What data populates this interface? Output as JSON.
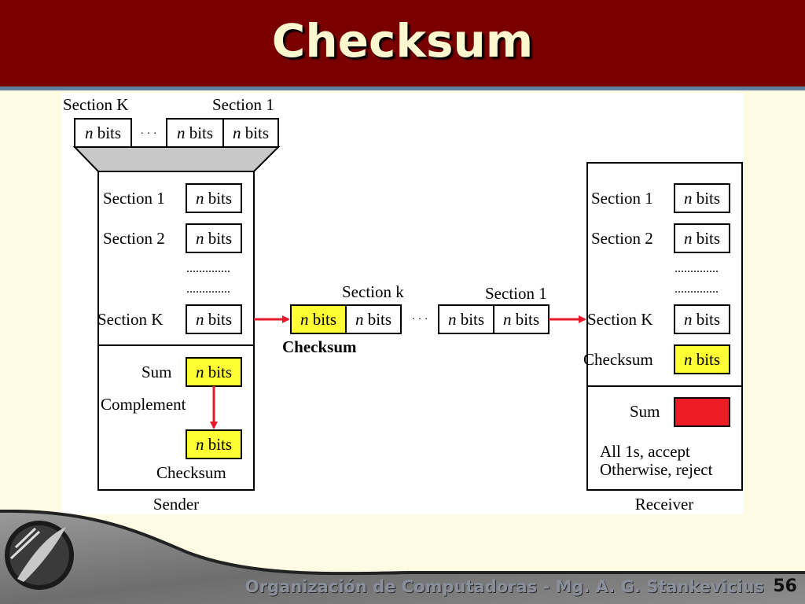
{
  "slide": {
    "title": "Checksum",
    "footer": "Organización de Computadoras - Mg. A. G. Stankevicius",
    "page_number": "56"
  },
  "diagram": {
    "top_label_left": "Section K",
    "top_label_right": "Section 1",
    "top_dots": "· · ·",
    "n_label": "n",
    "bits_label": " bits",
    "sender": {
      "section1": "Section 1",
      "section2": "Section 2",
      "sectionK": "Section K",
      "dots": "..............",
      "sum": "Sum",
      "complement": "Complement",
      "checksum": "Checksum",
      "caption": "Sender"
    },
    "middle": {
      "section_k": "Section k",
      "section_1": "Section 1",
      "dots": "· · ·",
      "checksum": "Checksum"
    },
    "receiver": {
      "section1": "Section 1",
      "section2": "Section 2",
      "sectionK": "Section K",
      "dots": "..............",
      "checksum": "Checksum",
      "sum": "Sum",
      "accept": "All 1s, accept",
      "reject": "Otherwise, reject",
      "caption": "Receiver"
    }
  },
  "colors": {
    "header": "#7a0000",
    "highlight": "#ffff33",
    "arrow": "#e8192c",
    "sum_fill": "#ee1c24"
  }
}
